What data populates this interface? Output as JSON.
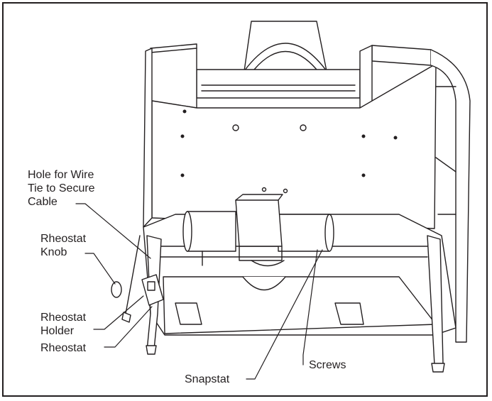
{
  "labels": {
    "hole_wire_tie": [
      "Hole for Wire",
      "Tie to Secure",
      "Cable"
    ],
    "rheostat_knob": [
      "Rheostat",
      "Knob"
    ],
    "rheostat_holder": [
      "Rheostat",
      "Holder"
    ],
    "rheostat": "Rheostat",
    "snapstat": "Snapstat",
    "screws": "Screws"
  }
}
